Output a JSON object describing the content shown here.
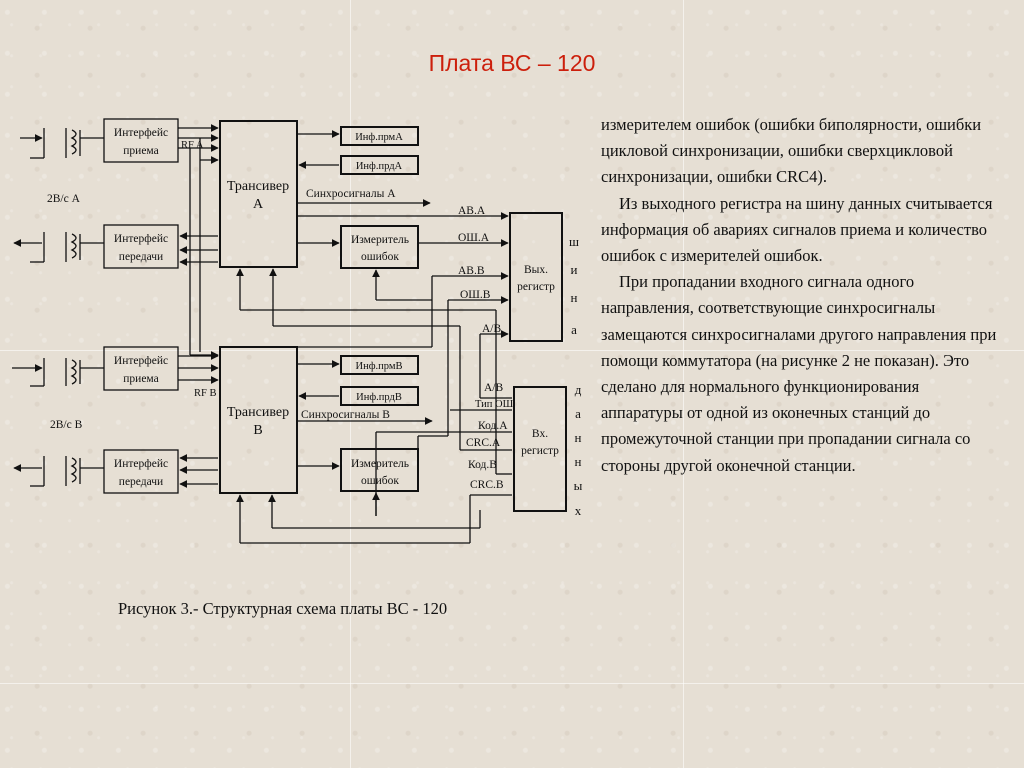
{
  "title": "Плата ВС – 120",
  "paragraphs": [
    "измерителем ошибок (ошибки биполярности, ошибки цикловой синхронизации, ошибки сверхцикловой синхронизации, ошибки CRC4).",
    "Из выходного регистра на шину данных считывается информация об авариях сигналов приема и количество ошибок с измерителей ошибок.",
    "При пропадании входного сигнала одного направления, соответствующие синхросигналы замещаются синхросигналами другого направления при помощи коммутатора (на рисунке 2 не показан). Это сделано для нормального функционирования аппаратуры от одной из оконечных станций до промежуточной станции при пропадании сигнала со стороны другой оконечной станции."
  ],
  "caption": "Рисунок 3.- Структурная схема платы ВС - 120",
  "diagram": {
    "if_rx_a": [
      "Интерфейс",
      "приема"
    ],
    "if_tx_a": [
      "Интерфейс",
      "передачи"
    ],
    "if_rx_b": [
      "Интерфейс",
      "приема"
    ],
    "if_tx_b": [
      "Интерфейс",
      "передачи"
    ],
    "rf_a": "RF A",
    "rf_b": "RF B",
    "rate_a": "2В/с А",
    "rate_b": "2В/с В",
    "trx_a": [
      "Трансивер",
      "А"
    ],
    "trx_b": [
      "Трансивер",
      "В"
    ],
    "inf_prm_a": "Инф.прмА",
    "inf_prd_a": "Инф.прдА",
    "inf_prm_b": "Инф.прмВ",
    "inf_prd_b": "Инф.прдВ",
    "sync_a": "Синхросигналы А",
    "sync_b": "Синхросигналы В",
    "meter_a": [
      "Измеритель",
      "ошибок"
    ],
    "meter_b": [
      "Измеритель",
      "ошибок"
    ],
    "out_reg": [
      "Вых.",
      "регистр"
    ],
    "in_reg": [
      "Вх.",
      "регистр"
    ],
    "out_labels": [
      "АВ.А",
      "ОШ.А",
      "АВ.В",
      "ОШ.В",
      "А/В"
    ],
    "in_labels": [
      "А/В",
      "Тип ОШ",
      "Код.А",
      "CRC.A",
      "Код.В",
      "CRC.B"
    ],
    "bus_label": [
      "ш",
      "и",
      "н",
      "а"
    ],
    "data_label": [
      "д",
      "а",
      "н",
      "н",
      "ы",
      "х"
    ]
  }
}
